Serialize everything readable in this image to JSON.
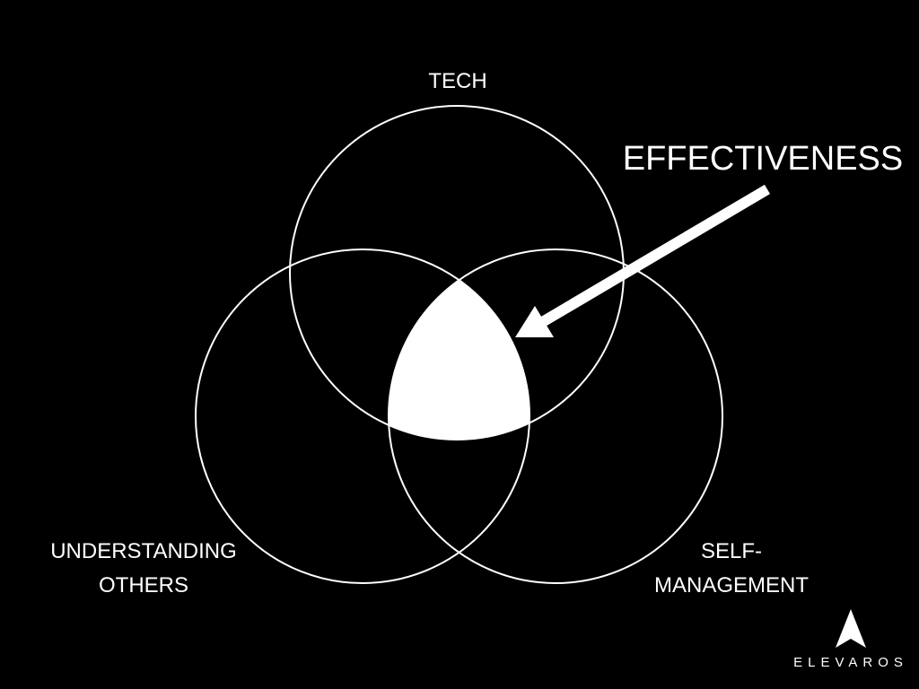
{
  "colors": {
    "background": "#000000",
    "stroke": "#ffffff",
    "highlight": "#ffffff"
  },
  "venn": {
    "sets": [
      {
        "id": "tech",
        "label": "TECH"
      },
      {
        "id": "understanding-others",
        "label_lines": [
          "UNDERSTANDING",
          "OTHERS"
        ]
      },
      {
        "id": "self-management",
        "label_lines": [
          "SELF-",
          "MANAGEMENT"
        ]
      }
    ],
    "highlighted_region": "tech ∩ understanding-others ∩ self-management"
  },
  "callout": {
    "text": "EFFECTIVENESS",
    "points_to": "center intersection"
  },
  "logo": {
    "icon": "arrowhead-icon",
    "text": "ELEVAROS"
  }
}
